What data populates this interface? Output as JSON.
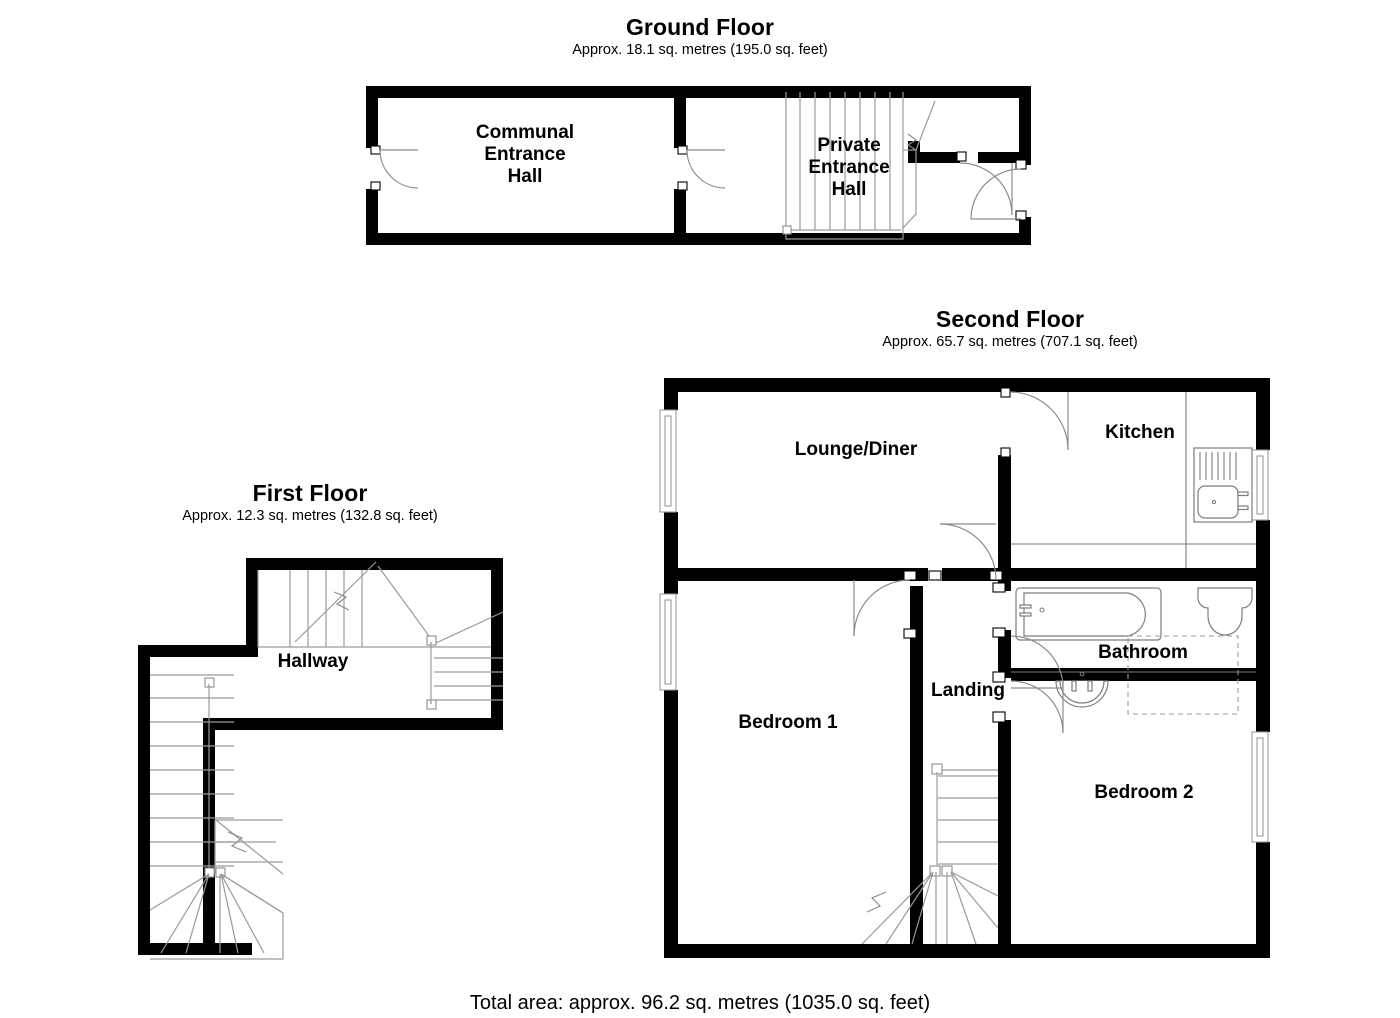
{
  "floors": [
    {
      "id": "ground",
      "title": "Ground Floor",
      "subtitle": "Approx. 18.1 sq. metres (195.0 sq. feet)",
      "rooms": [
        {
          "name": "communal-entrance-hall",
          "label": "Communal\nEntrance\nHall"
        },
        {
          "name": "private-entrance-hall",
          "label": "Private\nEntrance\nHall"
        }
      ]
    },
    {
      "id": "first",
      "title": "First Floor",
      "subtitle": "Approx. 12.3 sq. metres (132.8 sq. feet)",
      "rooms": [
        {
          "name": "hallway",
          "label": "Hallway"
        }
      ]
    },
    {
      "id": "second",
      "title": "Second Floor",
      "subtitle": "Approx. 65.7 sq. metres (707.1 sq. feet)",
      "rooms": [
        {
          "name": "lounge-diner",
          "label": "Lounge/Diner"
        },
        {
          "name": "kitchen",
          "label": "Kitchen"
        },
        {
          "name": "bathroom",
          "label": "Bathroom"
        },
        {
          "name": "landing",
          "label": "Landing"
        },
        {
          "name": "bedroom-1",
          "label": "Bedroom 1"
        },
        {
          "name": "bedroom-2",
          "label": "Bedroom 2"
        }
      ]
    }
  ],
  "total_area": "Total area: approx. 96.2 sq. metres (1035.0 sq. feet)",
  "colors": {
    "wall": "#000000",
    "background": "#ffffff",
    "fixture_stroke": "#7d7d7d",
    "door_stroke": "#8c8c8c"
  }
}
